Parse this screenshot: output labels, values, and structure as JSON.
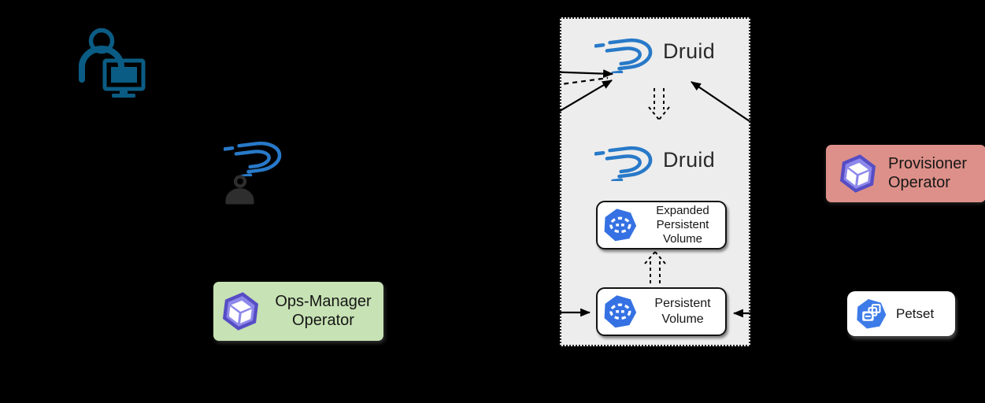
{
  "cluster": {
    "druid_top": "Druid",
    "druid_bottom": "Druid",
    "expanded_pv": "Expanded Persistent Volume",
    "persistent_volume": "Persistent Volume"
  },
  "operators": {
    "ops_manager": "Ops-Manager Operator",
    "provisioner": "Provisioner Operator",
    "petset": "Petset"
  },
  "colors": {
    "background": "#000000",
    "cluster_fill": "#ededed",
    "druid_blue": "#2879c8",
    "kubernetes_blue": "#3571e3",
    "petset_blue": "#3d7ce8",
    "operator_purple_dark": "#564dc5",
    "operator_purple_light": "#8d88ea",
    "ops_manager_green": "#c7e2b4",
    "provisioner_red": "#dd9089",
    "node_white": "#ffffff",
    "actor_blue": "#0b5c84",
    "user_dark": "#2e2e2e",
    "line_black": "#000000"
  },
  "icons": {
    "actor": "person-at-computer-icon",
    "user": "person-icon",
    "druid": "druid-logo",
    "volume": "kubernetes-volume-icon",
    "operator": "kubernetes-operator-cube-icon",
    "petset": "kubernetes-petset-icon"
  }
}
